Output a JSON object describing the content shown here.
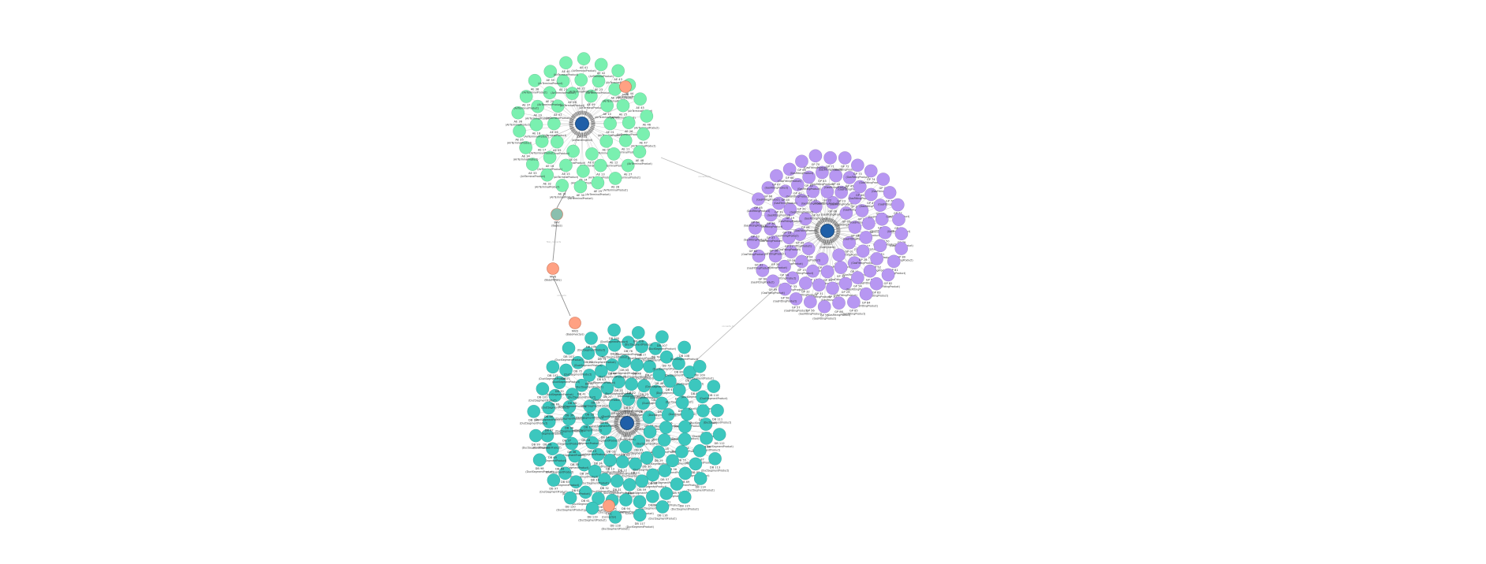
{
  "graph": {
    "colors": {
      "A": "#7af0b0",
      "B": "#b797f2",
      "C": "#3cc7be",
      "hub": "#1f5fa8",
      "ring": "#5a5a5a",
      "orange": "#ffa183",
      "gray_node": "#8bbfae"
    },
    "clusters": [
      {
        "id": "A",
        "prefix": "AE",
        "type": "(AirTerminalProduct)",
        "hub_label": "AHU-01",
        "hub_type": "(AirHandlingUnit)",
        "node_count": 48,
        "nodes": [
          "AE 01",
          "AE 02",
          "AE 03",
          "AE 04",
          "AE 05",
          "AE 06",
          "AE 07",
          "AE 08",
          "AE 09",
          "AE 10",
          "AE 11",
          "AE 12",
          "AE 13",
          "AE 14",
          "AE 15",
          "AE 16",
          "AE 17",
          "AE 18",
          "AE 19",
          "AE 20",
          "AE 21",
          "AE 22",
          "AE 23",
          "AE 24",
          "AE 25",
          "AE 26",
          "AE 27",
          "AE 28",
          "AE 29",
          "AE 30",
          "AE 31",
          "AE 32",
          "AE 33",
          "AE 34",
          "AE 35",
          "AE 36",
          "AE 37",
          "AE 38",
          "AE 39",
          "AE 40",
          "AE 41",
          "AE 42",
          "AE 43",
          "AE 44",
          "AE 45",
          "AE 46",
          "AE 47",
          "AE 48"
        ]
      },
      {
        "id": "B",
        "prefix": "GP",
        "type": "(GasFittingProduct)",
        "hub_label": "GS-01",
        "hub_type": "(GasSystem)",
        "node_count": 86,
        "nodes": []
      },
      {
        "id": "C",
        "prefix": "DB",
        "type": "(DuctSegmentProduct)",
        "hub_label": "DS-01",
        "hub_type": "(DuctSystem)",
        "node_count": 120,
        "nodes": []
      }
    ],
    "special_nodes": [
      {
        "id": "mvr",
        "label": "MVR",
        "type": "(Vent/Node)"
      },
      {
        "id": "bpv",
        "label": "BPV",
        "type": "(Bypass)"
      },
      {
        "id": "mvb",
        "label": "MVB",
        "type": "(BaseFitPlate)"
      },
      {
        "id": "mvd",
        "label": "MVD",
        "type": "(BaseHvacSys)"
      },
      {
        "id": "cdc",
        "label": "CDC",
        "type": "(Connector)"
      }
    ],
    "edge_labels": {
      "a_to_b": "connects_to",
      "c_to_b": "connects_to",
      "bpv_to_mvb": "flow_connects",
      "mvb_to_mvd": "connects"
    }
  }
}
